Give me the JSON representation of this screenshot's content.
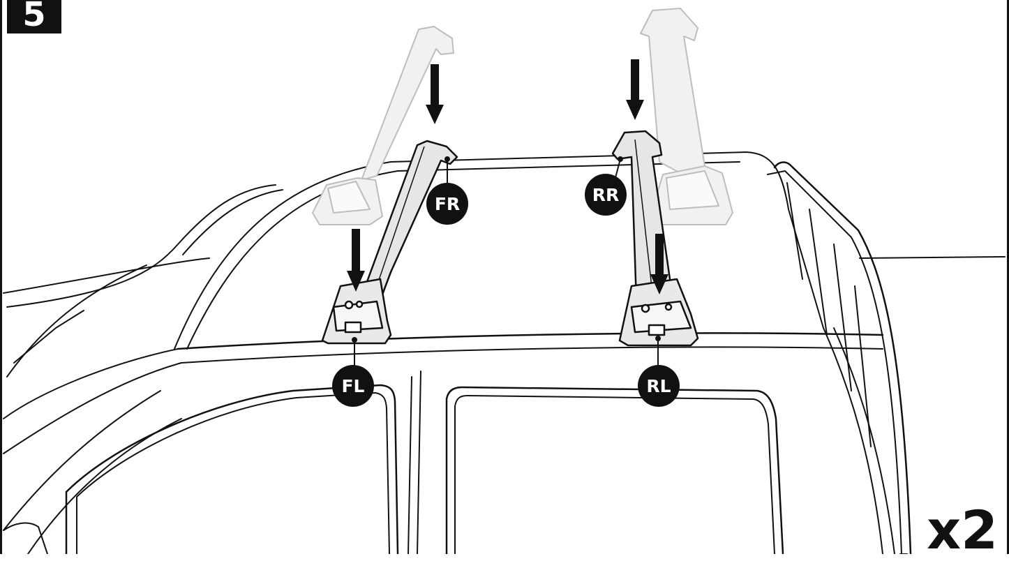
{
  "step_number": "5",
  "quantity": "x2",
  "labels": {
    "fr": "FR",
    "rr": "RR",
    "fl": "FL",
    "rl": "RL"
  },
  "colors": {
    "ink": "#111111",
    "ghost": "#c4c4c4",
    "fill": "#e6e6e6",
    "ghostfill": "#f1f1f1"
  }
}
